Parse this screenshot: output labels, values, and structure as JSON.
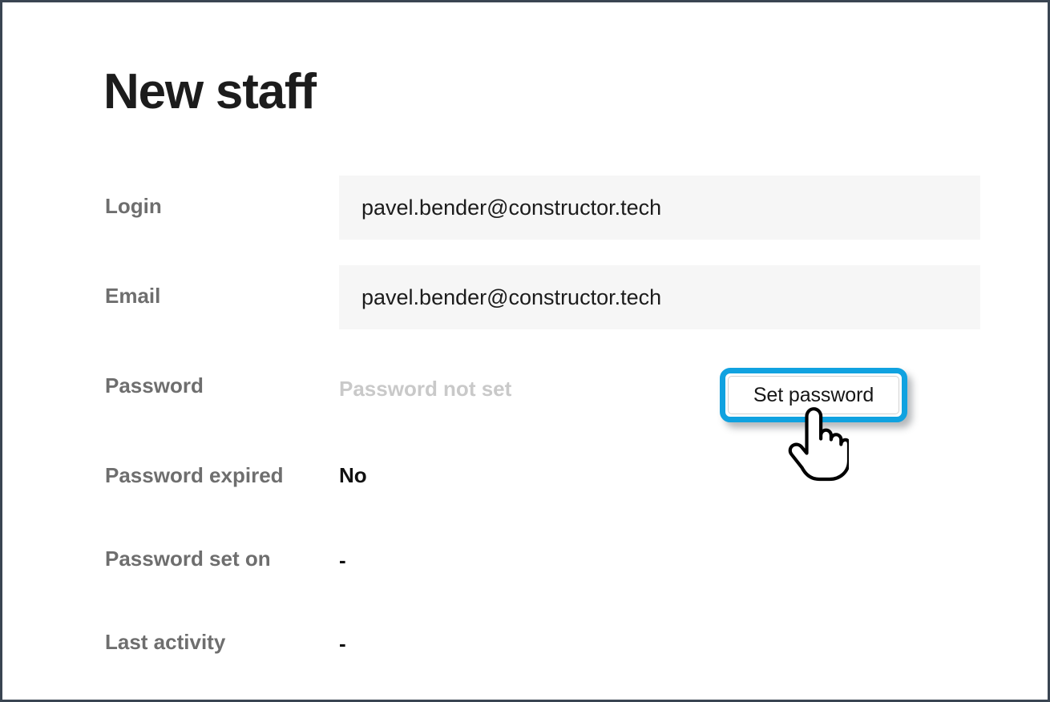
{
  "page": {
    "title": "New staff",
    "border_color": "#3a4552",
    "background": "#ffffff"
  },
  "theme": {
    "label_color": "#6e6e6e",
    "value_color": "#111111",
    "muted_color": "#c9c9c9",
    "field_background": "#f6f6f6",
    "highlight_color": "#10a2e0"
  },
  "form": {
    "rows": [
      {
        "label": "Login",
        "type": "input",
        "value": "pavel.bender@constructor.tech"
      },
      {
        "label": "Email",
        "type": "input",
        "value": "pavel.bender@constructor.tech"
      },
      {
        "label": "Password",
        "type": "status-with-action",
        "value": "Password not set",
        "action_label": "Set password"
      },
      {
        "label": "Password expired",
        "type": "text",
        "value": "No"
      },
      {
        "label": "Password set on",
        "type": "text",
        "value": "-"
      },
      {
        "label": "Last activity",
        "type": "text",
        "value": "-"
      }
    ]
  },
  "cursor": {
    "icon": "pointing-hand-cursor"
  }
}
